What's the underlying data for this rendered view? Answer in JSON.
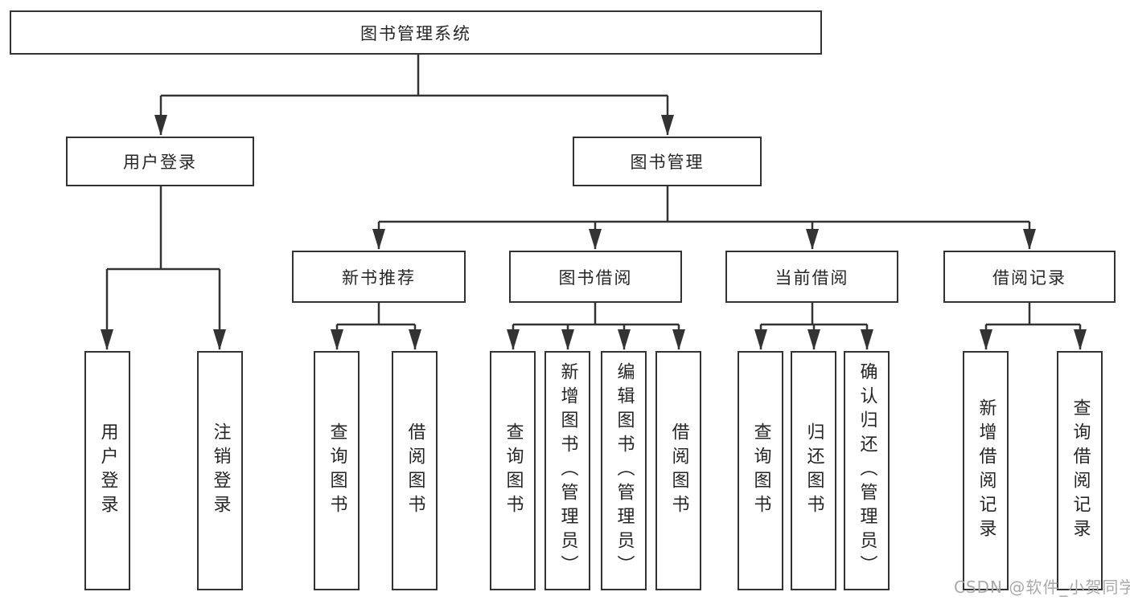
{
  "diagram": {
    "title_node": {
      "label": "图书管理系统"
    },
    "level2": [
      {
        "label": "用户登录"
      },
      {
        "label": "图书管理"
      }
    ],
    "level3": [
      {
        "label": "新书推荐",
        "parent": "图书管理"
      },
      {
        "label": "图书借阅",
        "parent": "图书管理"
      },
      {
        "label": "当前借阅",
        "parent": "图书管理"
      },
      {
        "label": "借阅记录",
        "parent": "图书管理"
      }
    ],
    "leaves": [
      {
        "label": "用户登录",
        "parent": "用户登录"
      },
      {
        "label": "注销登录",
        "parent": "用户登录"
      },
      {
        "label": "查询图书",
        "parent": "新书推荐"
      },
      {
        "label": "借阅图书",
        "parent": "新书推荐"
      },
      {
        "label": "查询图书",
        "parent": "图书借阅"
      },
      {
        "label": "新增图书（管理员）",
        "parent": "图书借阅"
      },
      {
        "label": "编辑图书（管理员）",
        "parent": "图书借阅"
      },
      {
        "label": "借阅图书",
        "parent": "图书借阅"
      },
      {
        "label": "查询图书",
        "parent": "当前借阅"
      },
      {
        "label": "归还图书",
        "parent": "当前借阅"
      },
      {
        "label": "确认归还（管理员）",
        "parent": "当前借阅"
      },
      {
        "label": "新增借阅记录",
        "parent": "借阅记录"
      },
      {
        "label": "查询借阅记录",
        "parent": "借阅记录"
      }
    ]
  },
  "watermark": {
    "text": "CSDN @软件_小贺同学"
  },
  "colors": {
    "line": "#333333",
    "box_border": "#333333",
    "text": "#262626",
    "watermark": "#a9a9a9",
    "background": "#ffffff"
  }
}
